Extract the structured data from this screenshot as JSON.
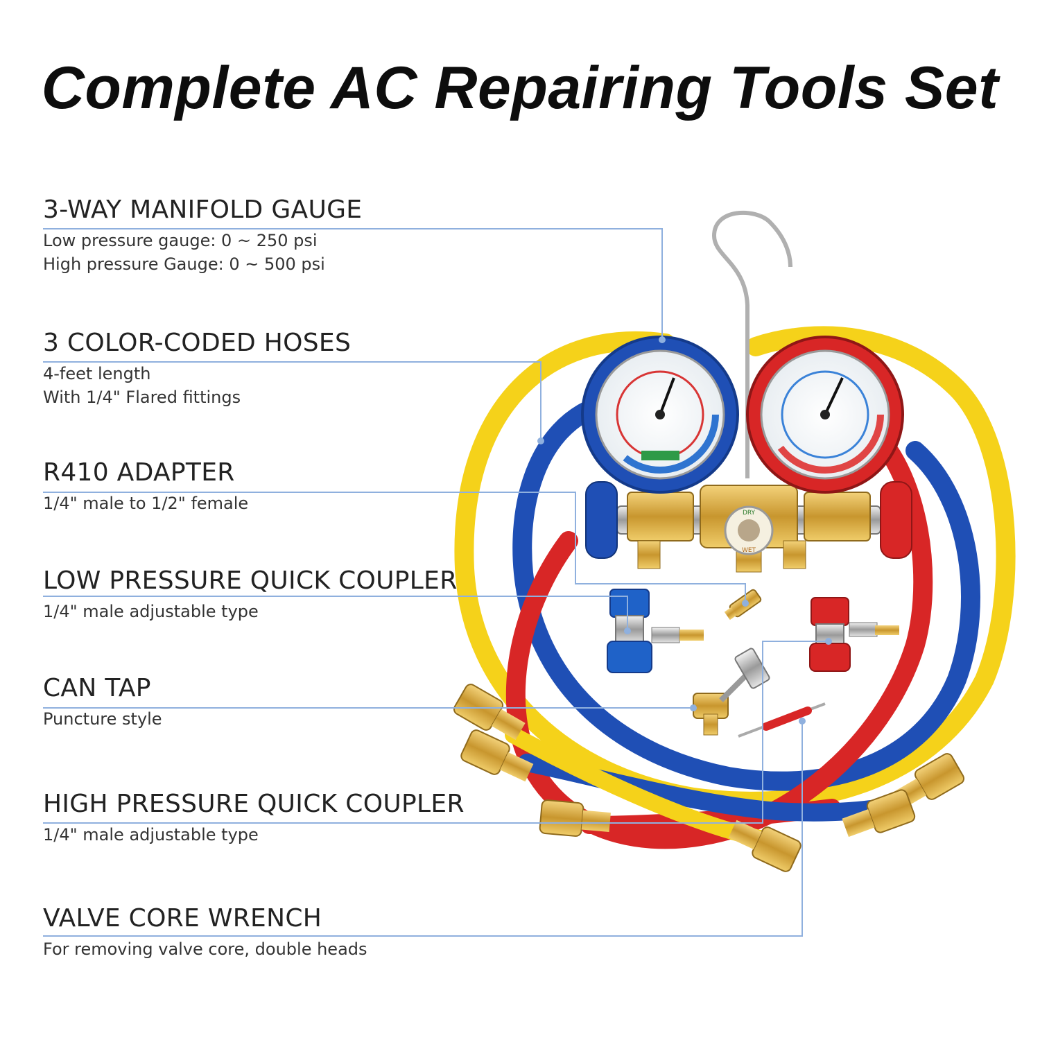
{
  "title": "Complete AC Repairing Tools Set",
  "features": [
    {
      "heading": "3-WAY MANIFOLD GAUGE",
      "lines": [
        "Low pressure gauge: 0 ~ 250 psi",
        "High pressure Gauge: 0 ~ 500 psi"
      ]
    },
    {
      "heading": "3 COLOR-CODED HOSES",
      "lines": [
        "4-feet length",
        "With 1/4\" Flared fittings"
      ]
    },
    {
      "heading": "R410 ADAPTER",
      "lines": [
        "1/4\" male to 1/2\" female"
      ]
    },
    {
      "heading": "LOW PRESSURE QUICK COUPLER",
      "lines": [
        "1/4\" male adjustable type"
      ]
    },
    {
      "heading": "CAN TAP",
      "lines": [
        "Puncture style"
      ]
    },
    {
      "heading": "HIGH PRESSURE QUICK COUPLER",
      "lines": [
        "1/4\" male adjustable type"
      ]
    },
    {
      "heading": "VALVE CORE WRENCH",
      "lines": [
        "For removing valve core, double heads"
      ]
    }
  ],
  "gauge_labels": {
    "left_sight": "DRY",
    "right_sight": "WET"
  },
  "colors": {
    "leader_line": "#8fb0de",
    "blue": "#1f4fb5",
    "red": "#d82626",
    "yellow": "#f5d21a",
    "brass": "#d4a53a"
  },
  "icons": [
    "manifold-gauge-icon",
    "hose-icon",
    "adapter-icon",
    "quick-coupler-icon",
    "can-tap-icon",
    "valve-core-wrench-icon"
  ]
}
